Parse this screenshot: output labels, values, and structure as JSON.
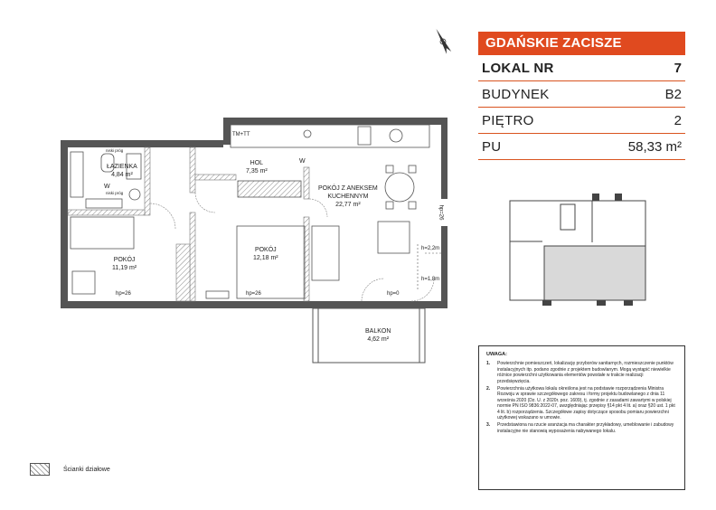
{
  "panel": {
    "brand": "GDAŃSKIE ZACISZE",
    "rows": [
      {
        "key": "LOKAL NR",
        "value": "7"
      },
      {
        "key": "BUDYNEK",
        "value": "B2"
      },
      {
        "key": "PIĘTRO",
        "value": "2"
      },
      {
        "key": "PU",
        "value": "58,33 m²"
      }
    ]
  },
  "rooms": {
    "lazienka": {
      "name": "ŁAZIENKA",
      "area": "4,84 m²"
    },
    "hol": {
      "name": "HOL",
      "area": "7,35 m²"
    },
    "pokoj_aneks": {
      "name_line1": "POKÓJ Z ANEKSEM",
      "name_line2": "KUCHENNYM",
      "area": "22,77 m²"
    },
    "pokoj_left": {
      "name": "POKÓJ",
      "area": "11,19 m²"
    },
    "pokoj_mid": {
      "name": "POKÓJ",
      "area": "12,18 m²"
    },
    "balkon": {
      "name": "BALKON",
      "area": "4,62 m²"
    }
  },
  "marks": {
    "tm_tt": "TM+TT",
    "w1": "W",
    "w2": "W",
    "hp1": "hp=26",
    "hp2": "hp=26",
    "hp3": "hp=0",
    "hp4": "hp=26",
    "h22": "h=2,2m",
    "h18": "h=1,8m",
    "niski_prog1": "niski próg",
    "niski_prog2": "niski próg"
  },
  "notes": {
    "title": "UWAGA:",
    "items": [
      {
        "n": "1.",
        "text": "Powierzchnie pomieszczeń, lokalizację przyborów sanitarnych, rozmieszczenie punktów instalacyjnych itp. podano zgodnie z projektem budowlanym. Mogą wystąpić niewielkie różnice powierzchni użytkowania elementów powstałe w trakcie realizacji przedsięwzięcia."
      },
      {
        "n": "2.",
        "text": "Powierzchnia użytkowa lokalu określona jest na podstawie rozporządzenia Ministra Rozwoju w sprawie szczegółowego zakresu i formy projektu budowlanego z dnia 11 września 2020 (Dz. U. z 2020r. poz. 1609), tj. zgodnie z zasadami zawartymi w polskiej normie PN ISO 9836:2022-07, uwzględniając przepisy §14 pkt 4 lit. a) oraz §20 ust. 1 pkt 4 lit. b) rozporządzenia. Szczegółowe zapisy dotyczące sposobu pomiaru powierzchni użytkowej wskazano w umowie."
      },
      {
        "n": "3.",
        "text": "Przedstawiona na rzucie aranżacja ma charakter przykładowy, umeblowanie i zabudowy instalacyjne nie stanowią wyposażenia nabywanego lokalu."
      }
    ]
  },
  "legend": {
    "label": "Ścianki działowe"
  }
}
